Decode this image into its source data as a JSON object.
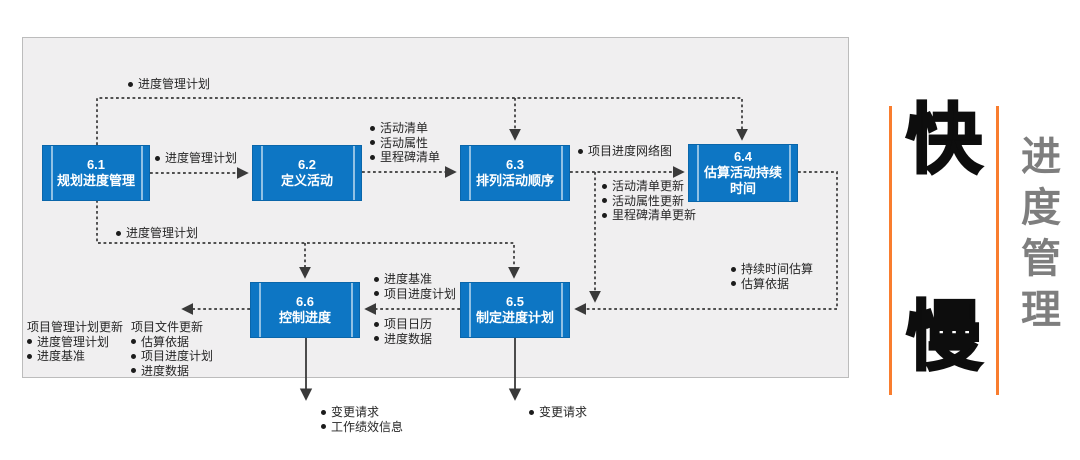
{
  "palette": {
    "process_blue": "#0d76c4",
    "accent_orange": "#f97d2e",
    "line_dark": "#3a3a3a",
    "panel_gray": "#f0eff0",
    "side_title_gray": "#7e7e7e"
  },
  "diagram": {
    "processes": [
      {
        "id": "6.1",
        "name": "规划进度管理"
      },
      {
        "id": "6.2",
        "name": "定义活动"
      },
      {
        "id": "6.3",
        "name": "排列活动顺序"
      },
      {
        "id": "6.4",
        "name": "估算活动持续时间"
      },
      {
        "id": "6.5",
        "name": "制定进度计划"
      },
      {
        "id": "6.6",
        "name": "控制进度"
      }
    ],
    "labels": {
      "plan_top": "进度管理计划",
      "plan_mid": "进度管理计划",
      "plan_bottom": "进度管理计划",
      "out_62": [
        "活动清单",
        "活动属性",
        "里程碑清单"
      ],
      "out_63_main": "项目进度网络图",
      "out_63_updates": [
        "活动清单更新",
        "活动属性更新",
        "里程碑清单更新"
      ],
      "out_64": [
        "持续时间估算",
        "估算依据"
      ],
      "out_65_above": [
        "进度基准",
        "项目进度计划"
      ],
      "out_65_below": [
        "项目日历",
        "进度数据"
      ],
      "updates_col1_header": "项目管理计划更新",
      "updates_col1_items": [
        "进度管理计划",
        "进度基准"
      ],
      "updates_col2_header": "项目文件更新",
      "updates_col2_items": [
        "估算依据",
        "项目进度计划",
        "进度数据"
      ],
      "out_66_bottom": [
        "变更请求",
        "工作绩效信息"
      ],
      "out_65_bottom": [
        "变更请求"
      ]
    }
  },
  "side": {
    "fast": "快",
    "slow": "慢",
    "vertical_title": [
      "进",
      "度",
      "管",
      "理"
    ]
  }
}
